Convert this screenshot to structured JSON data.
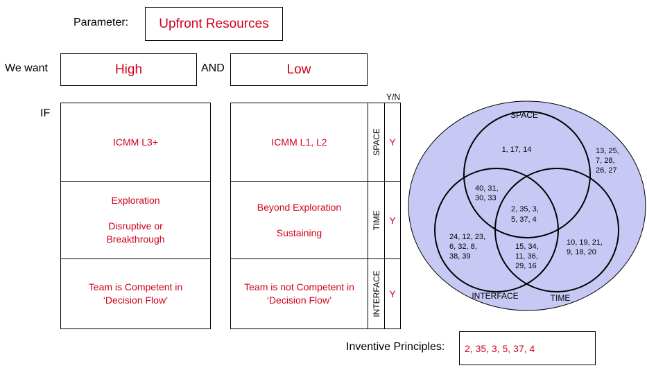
{
  "parameter": {
    "label": "Parameter:",
    "value": "Upfront Resources"
  },
  "want": {
    "label": "We want",
    "high": "High",
    "and_label": "AND",
    "low": "Low"
  },
  "if_label": "IF",
  "yn_header": "Y/N",
  "left_column": {
    "space": "ICMM L3+",
    "time_line1": "Exploration",
    "time_line2": "Disruptive or",
    "time_line3": "Breakthrough",
    "interface_line1": "Team is Competent in",
    "interface_line2": "‘Decision Flow’"
  },
  "right_column": {
    "space": "ICMM L1, L2",
    "time_line1": "Beyond Exploration",
    "time_line2": "Sustaining",
    "interface_line1": "Team is not Competent in",
    "interface_line2": "‘Decision Flow’"
  },
  "dimensions": {
    "space": "SPACE",
    "time": "TIME",
    "interface": "INTERFACE"
  },
  "yn_values": {
    "space": "Y",
    "time": "Y",
    "interface": "Y"
  },
  "venn": {
    "label_space": "SPACE",
    "label_interface": "INTERFACE",
    "label_time": "TIME",
    "space_only": "1, 17, 14",
    "outside": [
      "13, 25,",
      "7, 28,",
      "26, 27"
    ],
    "space_interface": [
      "40, 31,",
      "30, 33"
    ],
    "center": [
      "2, 35, 3,",
      "5, 37, 4"
    ],
    "interface_only": [
      "24, 12, 23,",
      "6, 32, 8,",
      "38, 39"
    ],
    "interface_time": [
      "15, 34,",
      "11, 36,",
      "29, 16"
    ],
    "time_only": [
      "10, 19, 21,",
      "9, 18, 20"
    ],
    "fill_color": "#c8c8f5"
  },
  "inventive": {
    "label": "Inventive Principles:",
    "value": "2, 35, 3, 5, 37, 4"
  },
  "colors": {
    "accent": "#d0021b"
  }
}
